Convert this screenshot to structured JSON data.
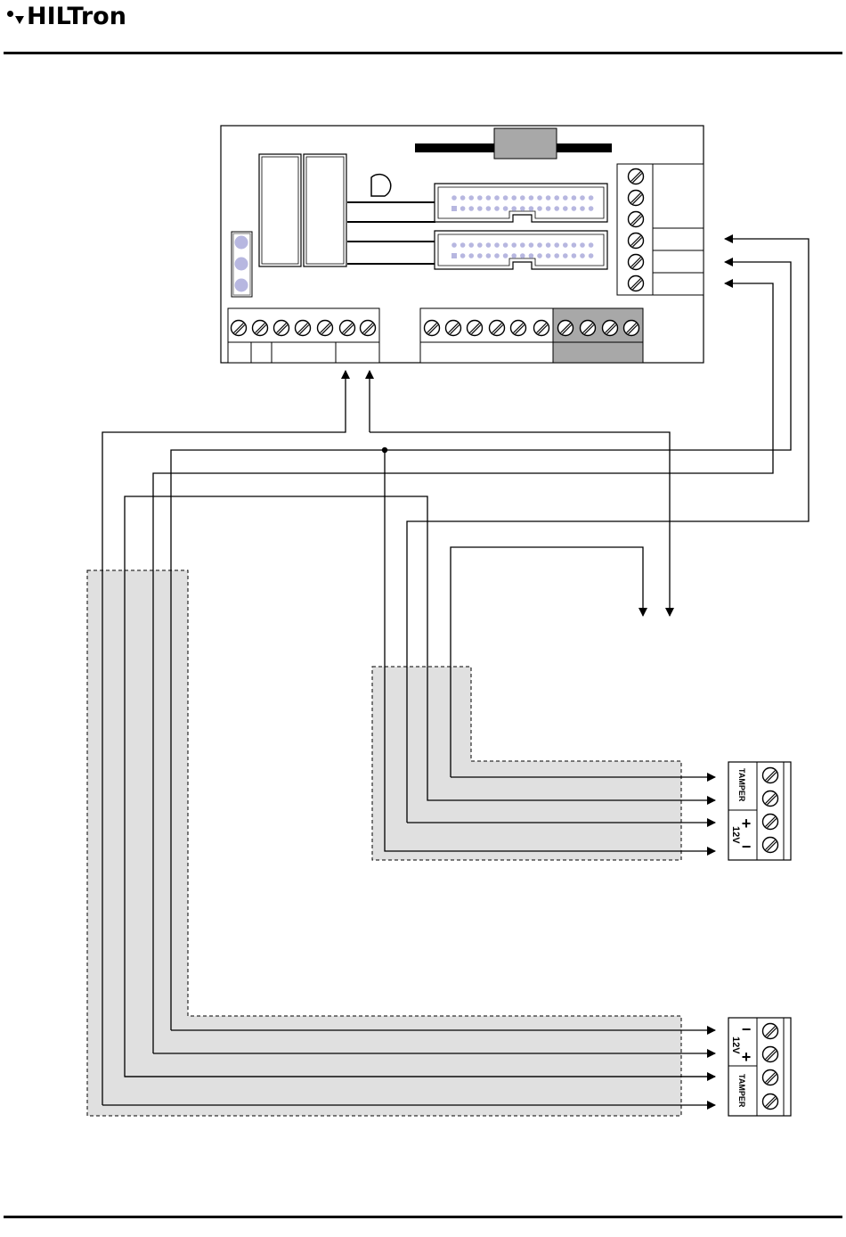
{
  "header": {
    "brand": "HILTron"
  },
  "detector_top": {
    "label_tamper": "TAMPER",
    "label_plus": "+",
    "label_12v": "12V",
    "label_minus": "−"
  },
  "detector_bottom": {
    "label_minus": "−",
    "label_12v": "12V",
    "label_plus": "+",
    "label_tamper": "TAMPER"
  },
  "colors": {
    "line": "#000000",
    "shaded_area": "#e0e0e0",
    "connector_pins": "#b7b7e0",
    "gray_block": "#a8a8a8"
  }
}
